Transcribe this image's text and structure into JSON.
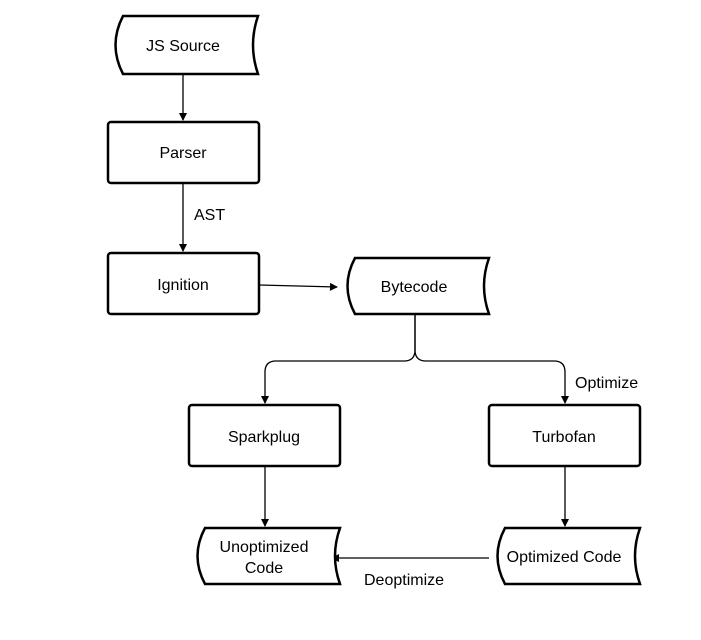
{
  "diagram": {
    "nodes": {
      "js_source": {
        "label": "JS Source",
        "shape": "stored-data"
      },
      "parser": {
        "label": "Parser",
        "shape": "process"
      },
      "ignition": {
        "label": "Ignition",
        "shape": "process"
      },
      "bytecode": {
        "label": "Bytecode",
        "shape": "stored-data"
      },
      "sparkplug": {
        "label": "Sparkplug",
        "shape": "process"
      },
      "turbofan": {
        "label": "Turbofan",
        "shape": "process"
      },
      "unoptimized_code": {
        "label_line1": "Unoptimized",
        "label_line2": "Code",
        "shape": "stored-data"
      },
      "optimized_code": {
        "label": "Optimized Code",
        "shape": "stored-data"
      }
    },
    "edges": {
      "source_to_parser": {
        "from": "JS Source",
        "to": "Parser",
        "label": ""
      },
      "parser_to_ignition": {
        "from": "Parser",
        "to": "Ignition",
        "label": "AST"
      },
      "ignition_to_bytecode": {
        "from": "Ignition",
        "to": "Bytecode",
        "label": ""
      },
      "bytecode_to_sparkplug": {
        "from": "Bytecode",
        "to": "Sparkplug",
        "label": ""
      },
      "bytecode_to_turbofan": {
        "from": "Bytecode",
        "to": "Turbofan",
        "label": "Optimize"
      },
      "sparkplug_to_unoptimized": {
        "from": "Sparkplug",
        "to": "Unoptimized Code",
        "label": ""
      },
      "turbofan_to_optimized": {
        "from": "Turbofan",
        "to": "Optimized Code",
        "label": ""
      },
      "optimized_to_unoptimized": {
        "from": "Optimized Code",
        "to": "Unoptimized Code",
        "label": "Deoptimize"
      }
    },
    "colors": {
      "stroke": "#000000",
      "fill": "#ffffff",
      "text": "#000000"
    }
  }
}
